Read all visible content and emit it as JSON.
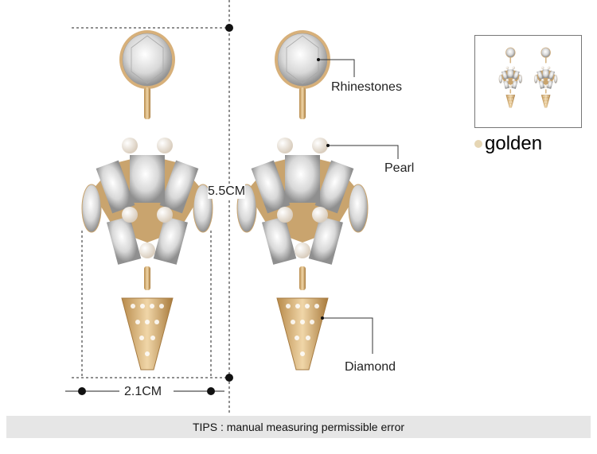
{
  "product": {
    "labels": {
      "rhinestones": "Rhinestones",
      "pearl": "Pearl",
      "diamond": "Diamond"
    },
    "dimensions": {
      "height": "5.5CM",
      "width": "2.1CM"
    },
    "color_option": {
      "name": "golden",
      "swatch": "#e6d6b4"
    },
    "tips": "TIPS : manual measuring permissible error"
  }
}
